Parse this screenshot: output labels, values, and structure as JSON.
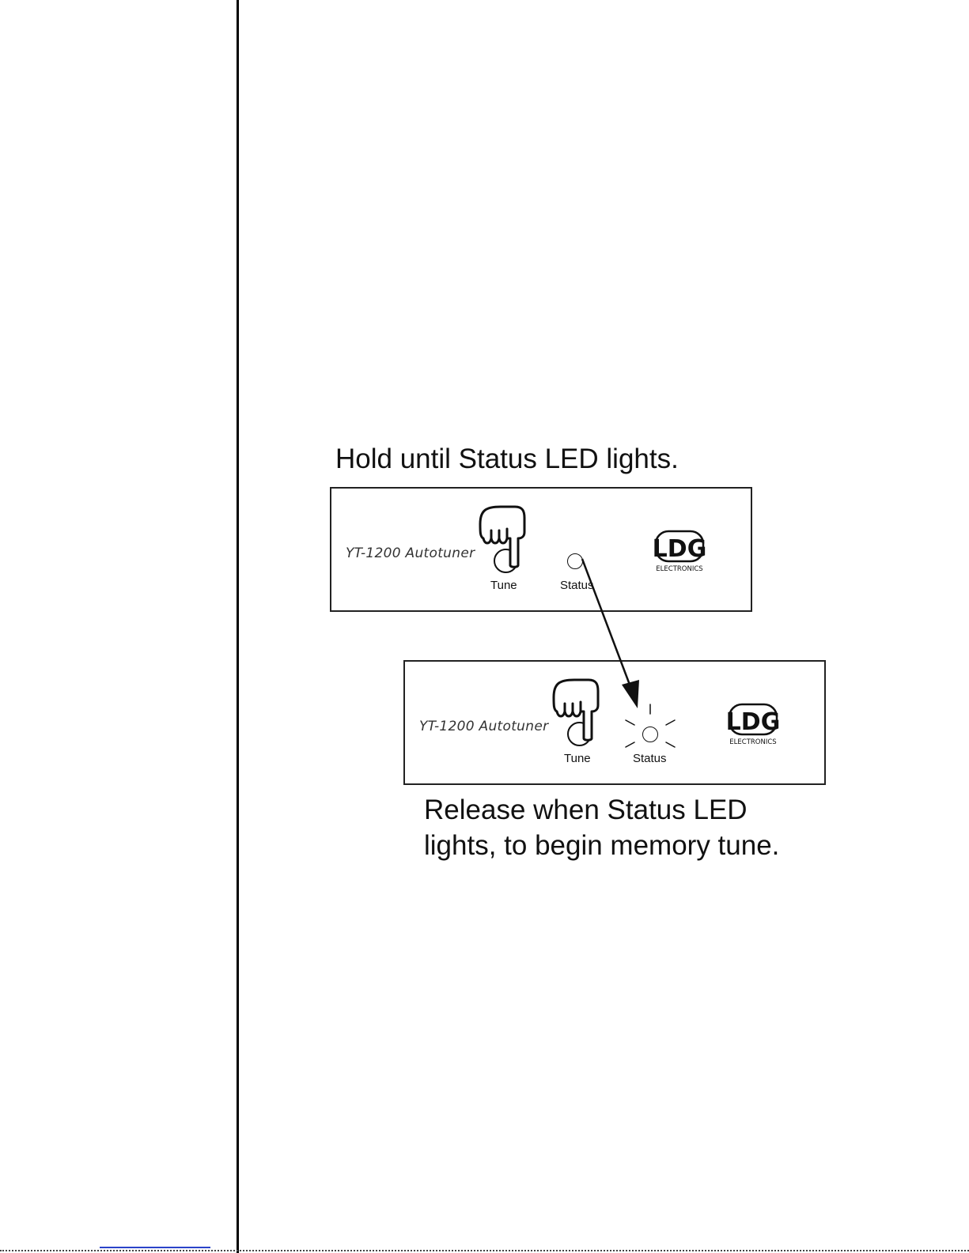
{
  "instructions": {
    "hold": "Hold until Status LED lights.",
    "release_line1": "Release when Status LED",
    "release_line2": "lights, to begin memory tune."
  },
  "panels": [
    {
      "model": "YT-1200 Autotuner",
      "tune_label": "Tune",
      "status_label": "Status",
      "led_state": "off",
      "logo_text": "LDG",
      "logo_subtext": "ELECTRONICS"
    },
    {
      "model": "YT-1200 Autotuner",
      "tune_label": "Tune",
      "status_label": "Status",
      "led_state": "lit",
      "logo_text": "LDG",
      "logo_subtext": "ELECTRONICS"
    }
  ],
  "icons": {
    "hand": "pointing-hand-icon",
    "arrow": "arrow-down-icon",
    "led_rays": "light-rays-icon"
  },
  "colors": {
    "ink": "#111111",
    "rule": "#000000",
    "link_underline": "#2a43c9"
  }
}
